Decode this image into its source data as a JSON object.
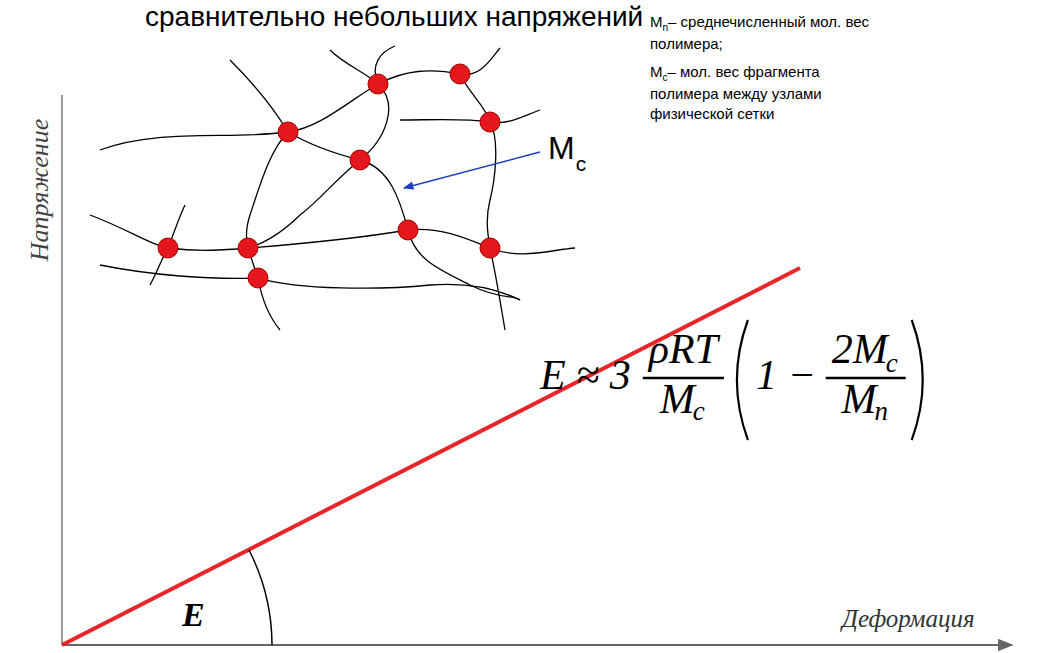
{
  "diagram": {
    "title": "сравнительно небольших напряжений",
    "labels": [
      "Напряжение",
      "Деформация",
      "M",
      "c",
      "M",
      "n",
      "– среднечисленный мол. вес полимера;",
      "M",
      "c",
      "– мол. вес фрагмента полимера между узлами физической сетки",
      "E ≈ 3",
      "ρRT",
      "M",
      "c",
      "1 −",
      "2M",
      "c",
      "M",
      "n",
      "E"
    ]
  }
}
